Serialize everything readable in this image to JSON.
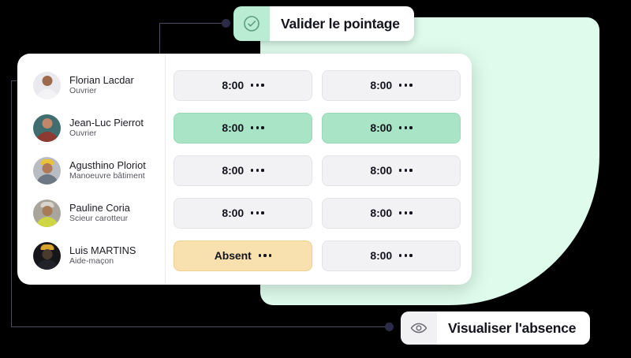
{
  "colors": {
    "background": "#000000",
    "blob_mint": "#DEFBEC",
    "card_white": "#FFFFFF",
    "cell_grey": "#F2F2F4",
    "cell_green": "#A9E4C7",
    "cell_amber": "#F8E1AF",
    "connector": "#4B4B63",
    "dot": "#2B2B47",
    "pill_icon_green": "#B9ECD2",
    "pill_icon_grey": "#F1F1F3",
    "text_primary": "#14141E",
    "text_secondary": "#55555F"
  },
  "callouts": [
    {
      "id": "validate",
      "label": "Valider le pointage",
      "icon": "check-circle-icon"
    },
    {
      "id": "absence",
      "label": "Visualiser l'absence",
      "icon": "eye-icon"
    }
  ],
  "card": {
    "people": [
      {
        "name": "Florian Lacdar",
        "role": "Ouvrier",
        "avatar": "avatar-florian-lacdar"
      },
      {
        "name": "Jean-Luc Pierrot",
        "role": "Ouvrier",
        "avatar": "avatar-jean-luc-pierrot"
      },
      {
        "name": "Agusthino Ploriot",
        "role": "Manoeuvre bâtiment",
        "avatar": "avatar-agusthino-ploriot"
      },
      {
        "name": "Pauline Coria",
        "role": "Scieur carotteur",
        "avatar": "avatar-pauline-coria"
      },
      {
        "name": "Luis MARTINS",
        "role": "Aide-maçon",
        "avatar": "avatar-luis-martins"
      }
    ],
    "rows": [
      {
        "cells": [
          {
            "value": "8:00",
            "state": "default"
          },
          {
            "value": "8:00",
            "state": "default"
          }
        ]
      },
      {
        "cells": [
          {
            "value": "8:00",
            "state": "validated"
          },
          {
            "value": "8:00",
            "state": "validated"
          }
        ]
      },
      {
        "cells": [
          {
            "value": "8:00",
            "state": "default"
          },
          {
            "value": "8:00",
            "state": "default"
          }
        ]
      },
      {
        "cells": [
          {
            "value": "8:00",
            "state": "default"
          },
          {
            "value": "8:00",
            "state": "default"
          }
        ]
      },
      {
        "cells": [
          {
            "value": "Absent",
            "state": "absent"
          },
          {
            "value": "8:00",
            "state": "default"
          }
        ]
      }
    ],
    "cell_menu_glyph": "ellipsis-icon"
  }
}
